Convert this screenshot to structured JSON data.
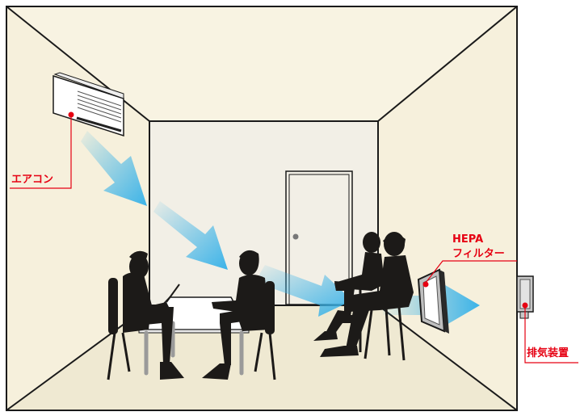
{
  "labels": {
    "aircon": "エアコン",
    "hepa_line1": "HEPA",
    "hepa_line2": "フィルター",
    "exhaust": "排気装置"
  },
  "colors": {
    "wall": "#f8f3e2",
    "floor": "#f0ebd8",
    "outline": "#1a1a1a",
    "accent": "#e60012",
    "airflow": "#3bb3e8",
    "silhouette": "#1c1a18",
    "table_top": "#ffffff"
  }
}
